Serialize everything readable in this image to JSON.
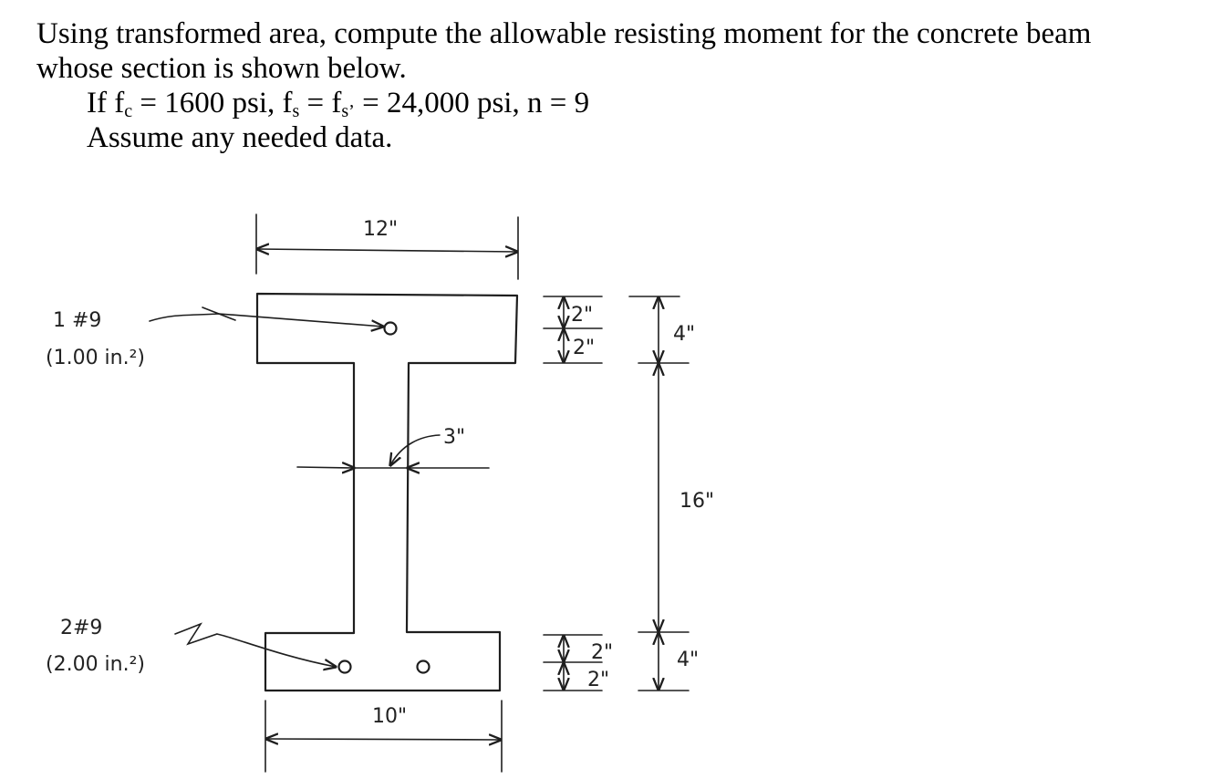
{
  "problem": {
    "line1": "Using transformed area, compute the allowable resisting moment for the concrete beam",
    "line2": "whose section is shown below.",
    "given": {
      "prefix_fc": "If f",
      "sub_c": "c",
      "fc_value": " = 1600 psi,  f",
      "sub_s": "s",
      "mid": " = f",
      "sub_s_prime": "s’",
      "rest": " = 24,000 psi, n = 9"
    },
    "line4": "Assume any needed data."
  },
  "diagram": {
    "top_width": "12\"",
    "bottom_width": "10\"",
    "web_width": "3\"",
    "top_bar_label": "1 #9",
    "top_bar_area": "(1.00 in.²)",
    "bottom_bar_label": "2#9",
    "bottom_bar_area": "(2.00 in.²)",
    "top_cover_upper": "2\"",
    "top_cover_lower": "2\"",
    "top_flange_depth": "4\"",
    "web_depth": "16\"",
    "bottom_cover_upper": "2\"",
    "bottom_cover_lower": "2\"",
    "bottom_flange_depth": "4\""
  }
}
